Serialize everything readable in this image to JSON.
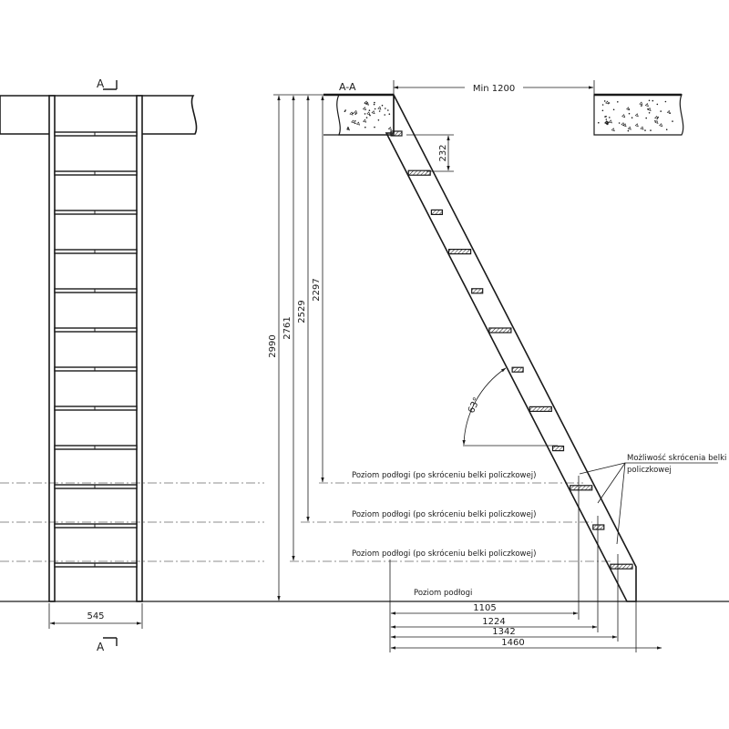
{
  "front_view": {
    "section_mark_top": "A",
    "section_mark_bottom": "A",
    "width_dim": "545",
    "rung_count": 12
  },
  "side_view": {
    "section_title": "A-A",
    "opening_dim": "Min 1200",
    "step_rise_dim": "232",
    "angle": "63°",
    "heights": [
      "2990",
      "2761",
      "2529",
      "2297"
    ],
    "horizontal_dims": [
      "1105",
      "1224",
      "1342",
      "1460"
    ],
    "floor_label": "Poziom podłogi",
    "cut_floor_labels": [
      "Poziom podłogi (po skróceniu belki policzkowej)",
      "Poziom podłogi (po skróceniu belki policzkowej)",
      "Poziom podłogi (po skróceniu belki policzkowej)"
    ],
    "shortening_note_line1": "Możliwość skrócenia belki",
    "shortening_note_line2": "policzkowej"
  }
}
